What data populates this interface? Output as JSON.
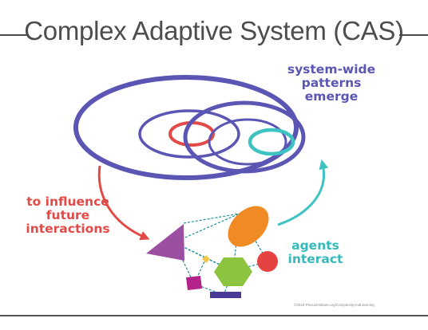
{
  "title": "Complex Adaptive System (CAS)",
  "labels": {
    "emerge": "system-wide patterns emerge",
    "influence": "to influence future interactions",
    "interact": "agents interact"
  },
  "copyright": "©2019 PlexusInstitute.org/ComplexityAndLearning",
  "colors": {
    "title": "#4d4d4d",
    "ring_purple": "#5b55b4",
    "ring_red": "#e24a47",
    "ring_teal": "#3ec2c2",
    "arrow_red": "#e24a47",
    "arrow_teal": "#3ec2c2",
    "label_emerge": "#5b55b4",
    "label_influence": "#e24a47",
    "label_interact": "#35b9ba",
    "agent_orange": "#f08a24",
    "agent_green": "#8cc43f",
    "agent_red": "#e5433f",
    "agent_purple": "#9b4fa0",
    "agent_magenta": "#b4238a",
    "agent_indigo": "#4b3a97",
    "agent_yellow": "#f6c64a",
    "links": "#1f8f9b"
  }
}
